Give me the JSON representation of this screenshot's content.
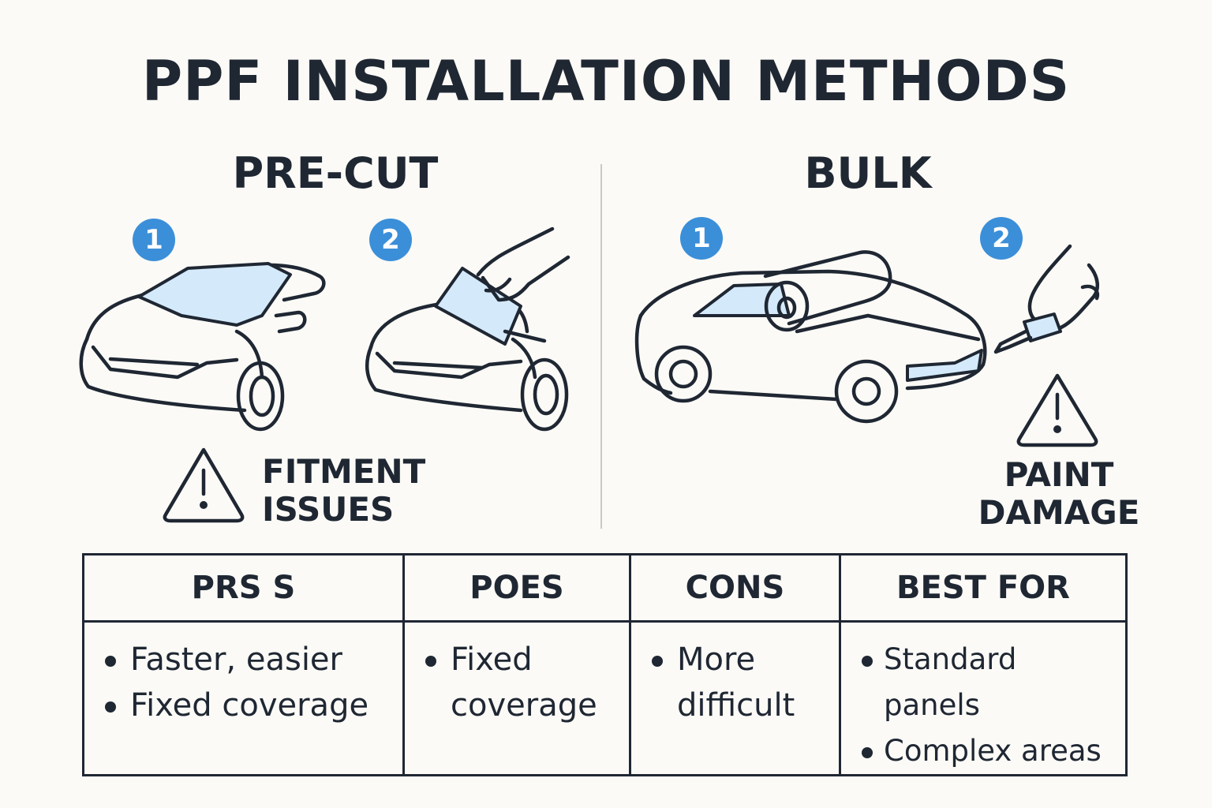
{
  "title": "PPF INSTALLATION METHODS",
  "sections": {
    "pre_cut": {
      "title": "PRE-CUT",
      "step1": "1",
      "step2": "2",
      "warning": [
        "FITMENT",
        "ISSUES"
      ]
    },
    "bulk": {
      "title": "BULK",
      "step1": "1",
      "step2": "2",
      "warning": [
        "PAINT",
        "DAMAGE"
      ]
    }
  },
  "table": {
    "headers": [
      "PRS S",
      "POES",
      "CONS",
      "BEST FOR"
    ],
    "columns": [
      [
        "Faster, easier",
        "Fixed coverage"
      ],
      [
        "Fixed coverage"
      ],
      [
        "More difficult"
      ],
      [
        "Standard panels",
        "Complex areas"
      ]
    ]
  },
  "colors": {
    "accent": "#3b8fd9",
    "ink": "#1f2733",
    "film": "#d4eafb",
    "background": "#fbfaf6"
  }
}
